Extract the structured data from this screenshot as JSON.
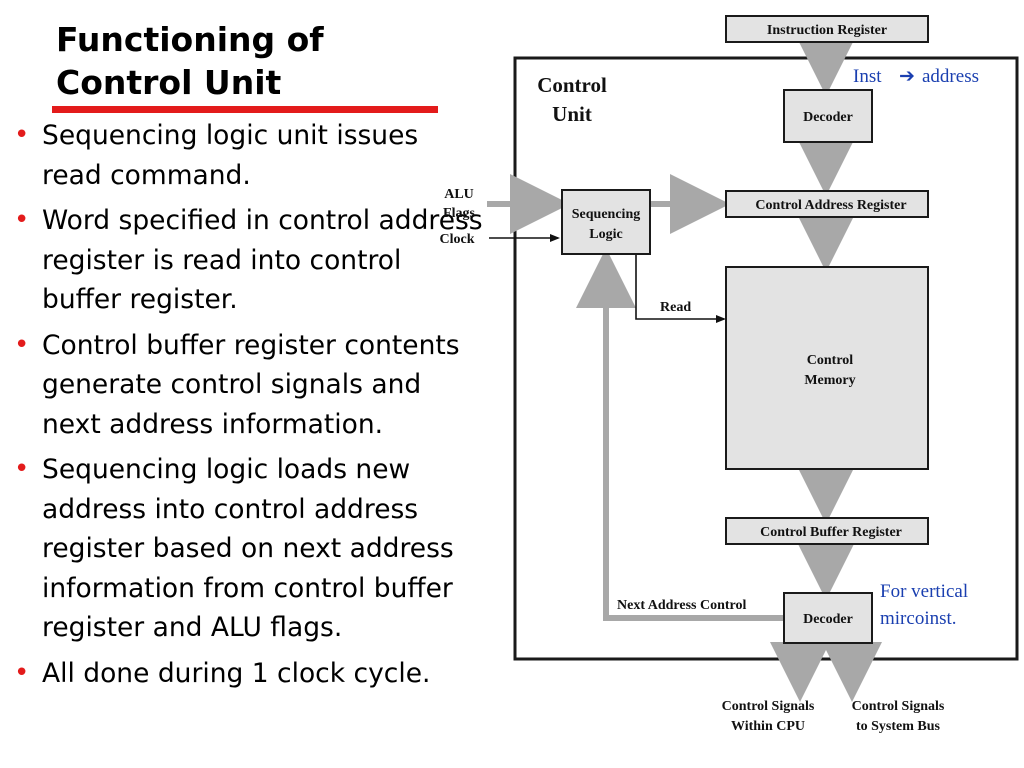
{
  "slide": {
    "title_line1": "Functioning of",
    "title_line2": "Control Unit",
    "bullets": [
      "Sequencing logic unit issues read command.",
      "Word specified in control address register is read into control buffer register.",
      "Control buffer register contents generate control signals and next address information.",
      "Sequencing logic loads new address into control address register based on next address information from control buffer register and ALU flags.",
      "All done during 1 clock cycle."
    ],
    "accent_color": "#e31b1b"
  },
  "diagram": {
    "control_unit_line1": "Control",
    "control_unit_line2": "Unit",
    "instruction_register": "Instruction Register",
    "decoder_top": "Decoder",
    "inst_label": "Inst",
    "address_label": "address",
    "alu_label": "ALU",
    "flags_label": "Flags",
    "clock_label": "Clock",
    "sequencing_line1": "Sequencing",
    "sequencing_line2": "Logic",
    "control_address_register": "Control Address Register",
    "read_label": "Read",
    "control_memory_line1": "Control",
    "control_memory_line2": "Memory",
    "control_buffer_register": "Control Buffer Register",
    "next_address_control": "Next Address Control",
    "decoder_bottom": "Decoder",
    "vertical_note_line1": "For vertical",
    "vertical_note_line2": "mircoinst.",
    "signals_cpu_line1": "Control Signals",
    "signals_cpu_line2": "Within CPU",
    "signals_bus_line1": "Control Signals",
    "signals_bus_line2": "to System Bus",
    "note_color": "#1a3fb0",
    "box_fill": "#e3e3e3",
    "arrow_color": "#a8a8a8"
  }
}
